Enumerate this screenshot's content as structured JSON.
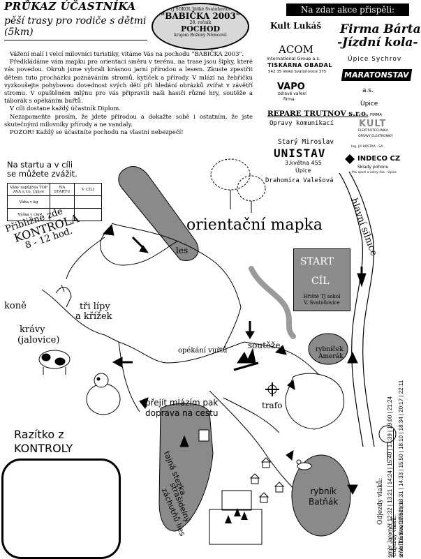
{
  "header": {
    "title": "PRŮKAZ ÚČASTNÍKA",
    "subtitle": "pěší trasy pro rodiče s dětmi (5km)"
  },
  "badge": {
    "top_text": "TJ SOKOL Velké Svatoňovice",
    "name": "\"BABIČKA 2003\"",
    "year": "28. ročník",
    "pochod": "POCHOD",
    "bottom_text": "krajem Boženy Němcové"
  },
  "intro": {
    "p1": "Vážení malí i velcí milovníci turistiky, vítáme Vás na pochodu \"BABIČKA 2003\".",
    "p2": "Předkládáme vám mapku pro orientaci směru v terénu, na trase jsou šipky, které vás povedou. Okruh jsme vybrali krásnou jarní přírodou a lesem. Zkuste zpestřit dětem tuto procházku poznáváním stromů, kytiček a přírody. V mlází na žebříčku vyzkoušejte pohybovou dovednost svých dětí při hledání obrázků zvířat v závětří stromu. V opuštěném mlýnu pro vás připravili naši hasiči různé hry, soutěže a táborák s opékáním buřtů.",
    "p3": "V cíli dostane každý účastník Diplom.",
    "p4": "Nezapomeňte prosím, že jdete přírodou a dokažte sobě i ostatním, že jste skutečnými milovníky přírody a ne vandaly.",
    "p5": "POZOR! Každý se účastníte pochodu na vlastní nebezpečí!"
  },
  "sponsors": {
    "heading": "Na zdar akce přispěli:",
    "kult_lukas": "Kult Lukáš",
    "firma_barta_1": "Firma Bárta",
    "firma_barta_2": "-Jízdní kola-",
    "firma_barta_3": "Úpice Sychrov",
    "acom_1": "ACOM",
    "acom_2": "International Group a.s.",
    "tiskarna": "TISKÁRNA OBADAL",
    "tiskarna_addr": "542 35 Velké Svatoňovice 375",
    "maratonstav": "MARATONSTAV",
    "maratonstav_2": "a.s.",
    "maratonstav_3": "Úpice",
    "vapo": "VAPO",
    "vapo_sub": "zdravé vaření",
    "vapo_sub2": "firma",
    "repare": "REPARE TRUTNOV s.r.o.",
    "repare_sub": "Opravy komunikací",
    "kult_1": "FIRMA",
    "kult_2": "KULT",
    "kult_3": "ELEKTROTECHNIKA",
    "kult_4": "OPRAVY ELEKTRONIKY",
    "kostka": "Ing. Jiří KOSTKA - SA",
    "stary": "Starý Miroslav",
    "unistav": "UNISTAV",
    "unistav_addr": "3.května 455",
    "unistav_city": "Úpice",
    "indeco": "INDECO CZ",
    "indeco_2": "Sklady pohonu",
    "indeco_3": "Pro sport a volný čas - Úpice",
    "valesova": "Drahomíra Valešová"
  },
  "table": {
    "caption_1": "Na startu a v cíli",
    "caption_2": "se můžete zvážit.",
    "headers": [
      "Váhy zapůjčila TOP AVA s.r.o. Úpice",
      "NA STARTU",
      "V CÍLI"
    ],
    "row_labels": [
      "Váha v kg",
      "Výška v cm"
    ]
  },
  "map": {
    "title": "orientační mapka",
    "kontrola_1": "Přibližně zde",
    "kontrola_2": "KONTROLA",
    "kontrola_3": "8 - 12 hod.",
    "les": "les",
    "hlavni_silnice": "hlavní silnice",
    "start": "START",
    "cil": "CÍL",
    "hriste_1": "Hřiště TJ sokol",
    "hriste_2": "V. Svatoňovice",
    "kone": "koně",
    "tri_lipy_1": "tři lípy",
    "tri_lipy_2": "a křížek",
    "kravy_1": "krávy",
    "kravy_2": "(jalovice)",
    "opekani": "opékání vuřtů",
    "soutěže": "soutěže",
    "rybnicek_1": "rybníček",
    "rybnicek_2": "Amerák",
    "trafo": "trafo",
    "prejit_1": "přejít mlázím pak",
    "prejit_2": "doprava na cestu",
    "tajna_1": "tajná stezka",
    "tajna_2": "strašidelný",
    "tajna_3": "záchutňů lies",
    "rybnik_1": "rybník",
    "rybnik_2": "Batňák",
    "razitko_1": "Razítko z",
    "razitko_2": "KONTROLY"
  },
  "departures": {
    "heading": "Odjezdy vlaků:",
    "row1_label": "směr Jaroměř",
    "row2_label": "směr Trutnov",
    "row1_times": "12:32 | 13:21 | 14:24 | 15:40 | 17:39 | 19:00 | 21:24",
    "row2_times": "10:52 | 13:31 | 14:33 | 15:50 | 18:10 | 18:34 | 20:17 | 22:11",
    "bus_label": "Odjezdy vlaků:",
    "bus_2": "z Velké Svatoňovice"
  }
}
